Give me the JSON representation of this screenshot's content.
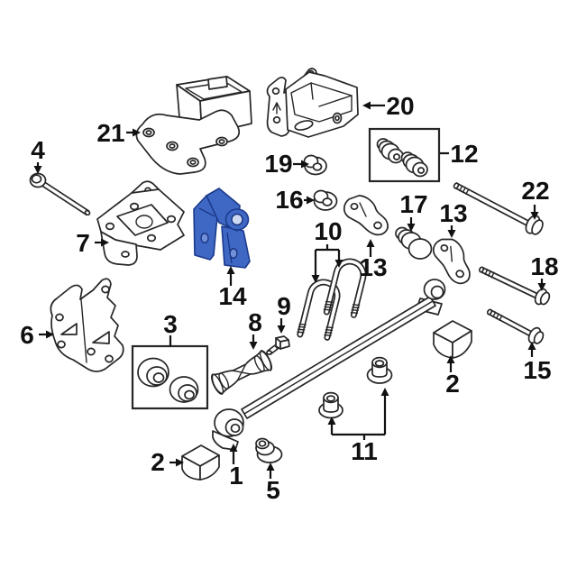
{
  "figure": {
    "type": "exploded-parts-diagram",
    "background": "#ffffff",
    "line_color": "#262626",
    "highlight_fill": "#3e68c4",
    "highlight_stroke": "#1c3a8c",
    "highlighted_callout": "14"
  },
  "part_icons": {
    "1": "leaf-spring",
    "2": "bump-stop-block",
    "3": "bushing-set-box",
    "4": "flange-bolt",
    "5": "spring-bushing",
    "6": "mounting-bracket",
    "7": "spring-hanger-bracket",
    "8": "spring-seat-pad",
    "9": "spacer-clamp",
    "10": "u-bolt-pair",
    "11": "spring-bushing-pair",
    "12": "bushing-set-box",
    "13": "shackle-bracket",
    "14": "spring-shackle-highlighted",
    "15": "flange-bolt",
    "16": "flange-nut",
    "17": "spring-bushing",
    "18": "flange-bolt",
    "19": "flange-nut",
    "20": "mounting-bracket",
    "21": "mounting-bracket",
    "22": "flange-bolt"
  },
  "callouts": {
    "c1": {
      "text": "1"
    },
    "c2a": {
      "text": "2"
    },
    "c2b": {
      "text": "2"
    },
    "c3": {
      "text": "3"
    },
    "c4": {
      "text": "4"
    },
    "c5": {
      "text": "5"
    },
    "c6": {
      "text": "6"
    },
    "c7": {
      "text": "7"
    },
    "c8": {
      "text": "8"
    },
    "c9": {
      "text": "9"
    },
    "c10": {
      "text": "10"
    },
    "c11": {
      "text": "11"
    },
    "c12": {
      "text": "12"
    },
    "c13a": {
      "text": "13"
    },
    "c13b": {
      "text": "13"
    },
    "c14": {
      "text": "14"
    },
    "c15": {
      "text": "15"
    },
    "c16": {
      "text": "16"
    },
    "c17": {
      "text": "17"
    },
    "c18": {
      "text": "18"
    },
    "c19": {
      "text": "19"
    },
    "c20": {
      "text": "20"
    },
    "c21": {
      "text": "21"
    },
    "c22": {
      "text": "22"
    }
  }
}
